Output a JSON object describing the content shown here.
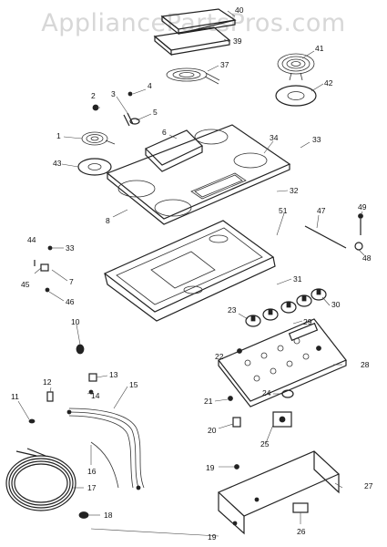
{
  "watermark": "AppliancePartsPros.com",
  "callouts": [
    "40",
    "39",
    "37",
    "41",
    "42",
    "2",
    "3",
    "4",
    "5",
    "6",
    "34",
    "33",
    "1",
    "43",
    "32",
    "8",
    "49",
    "47",
    "51",
    "44",
    "33",
    "7",
    "45",
    "46",
    "31",
    "48",
    "23",
    "30",
    "29",
    "10",
    "22",
    "28",
    "13",
    "12",
    "14",
    "11",
    "21",
    "24",
    "15",
    "20",
    "25",
    "16",
    "19",
    "27",
    "17",
    "26",
    "18",
    "19"
  ]
}
